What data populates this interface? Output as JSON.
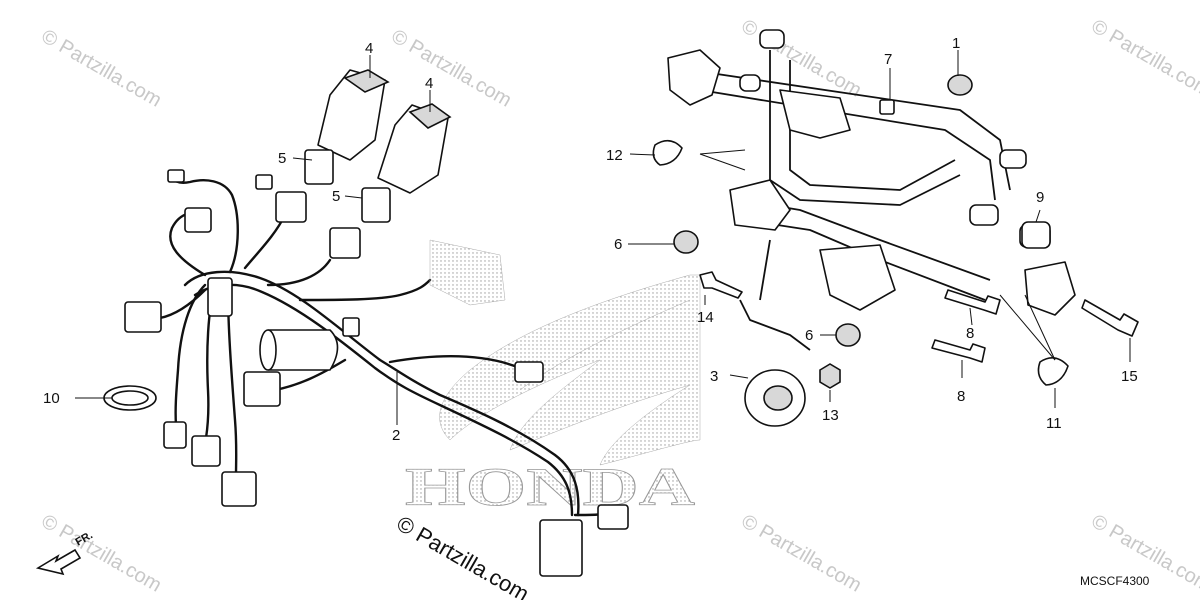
{
  "diagram": {
    "code": "MCSCF4300",
    "direction_label": "FR.",
    "brand_logo_text": "HONDA",
    "watermark": {
      "text": "© Partzilla.com",
      "center_text": "© Partzilla.com"
    },
    "callouts": [
      {
        "id": "c1",
        "label": "1"
      },
      {
        "id": "c2",
        "label": "2"
      },
      {
        "id": "c3",
        "label": "3"
      },
      {
        "id": "c4a",
        "label": "4"
      },
      {
        "id": "c4b",
        "label": "4"
      },
      {
        "id": "c5a",
        "label": "5"
      },
      {
        "id": "c5b",
        "label": "5"
      },
      {
        "id": "c6a",
        "label": "6"
      },
      {
        "id": "c6b",
        "label": "6"
      },
      {
        "id": "c7",
        "label": "7"
      },
      {
        "id": "c8a",
        "label": "8"
      },
      {
        "id": "c8b",
        "label": "8"
      },
      {
        "id": "c9",
        "label": "9"
      },
      {
        "id": "c10",
        "label": "10"
      },
      {
        "id": "c11",
        "label": "11"
      },
      {
        "id": "c12",
        "label": "12"
      },
      {
        "id": "c13",
        "label": "13"
      },
      {
        "id": "c14",
        "label": "14"
      },
      {
        "id": "c15",
        "label": "15"
      }
    ]
  }
}
